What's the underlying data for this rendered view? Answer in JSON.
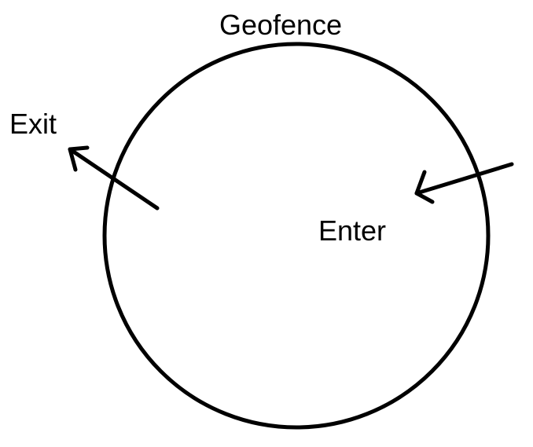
{
  "diagram": {
    "title": "Geofence",
    "exit_label": "Exit",
    "enter_label": "Enter",
    "stroke_color": "#000000",
    "background_color": "#ffffff"
  }
}
